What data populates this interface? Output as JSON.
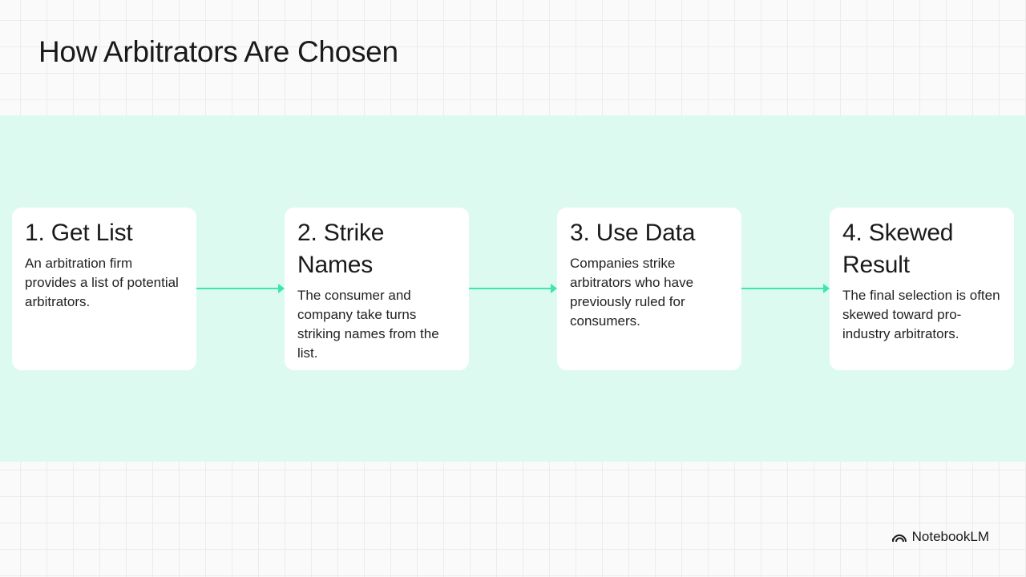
{
  "title": "How Arbitrators Are Chosen",
  "steps": [
    {
      "title": "1. Get List",
      "body": "An arbitration firm provides a list of potential arbitrators."
    },
    {
      "title": "2. Strike Names",
      "body": "The consumer and company take turns striking names from the list."
    },
    {
      "title": "3. Use Data",
      "body": "Companies strike arbitrators who have previously ruled for consumers."
    },
    {
      "title": "4. Skewed Result",
      "body": "The final selection is often skewed toward pro-industry arbitrators."
    }
  ],
  "brand": {
    "name": "NotebookLM",
    "icon": "notebooklm-logo-icon"
  },
  "colors": {
    "band": "#dcfaf0",
    "arrow": "#3ee6a8",
    "card": "#ffffff"
  }
}
